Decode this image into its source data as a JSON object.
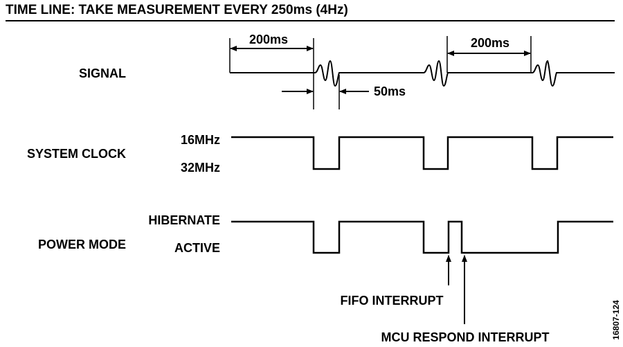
{
  "title": "TIME LINE: TAKE MEASUREMENT EVERY 250ms (4Hz)",
  "rows": {
    "signal": {
      "label": "SIGNAL"
    },
    "system_clock": {
      "label": "SYSTEM CLOCK",
      "high_level": "16MHz",
      "low_level": "32MHz"
    },
    "power_mode": {
      "label": "POWER  MODE",
      "high_level": "HIBERNATE",
      "low_level": "ACTIVE"
    }
  },
  "annotations": {
    "interval_1": "200ms",
    "interval_2": "200ms",
    "burst_width": "50ms",
    "fifo_interrupt": "FIFO INTERRUPT",
    "mcu_respond_interrupt": "MCU RESPOND INTERRUPT"
  },
  "figure_id": "16807-124"
}
